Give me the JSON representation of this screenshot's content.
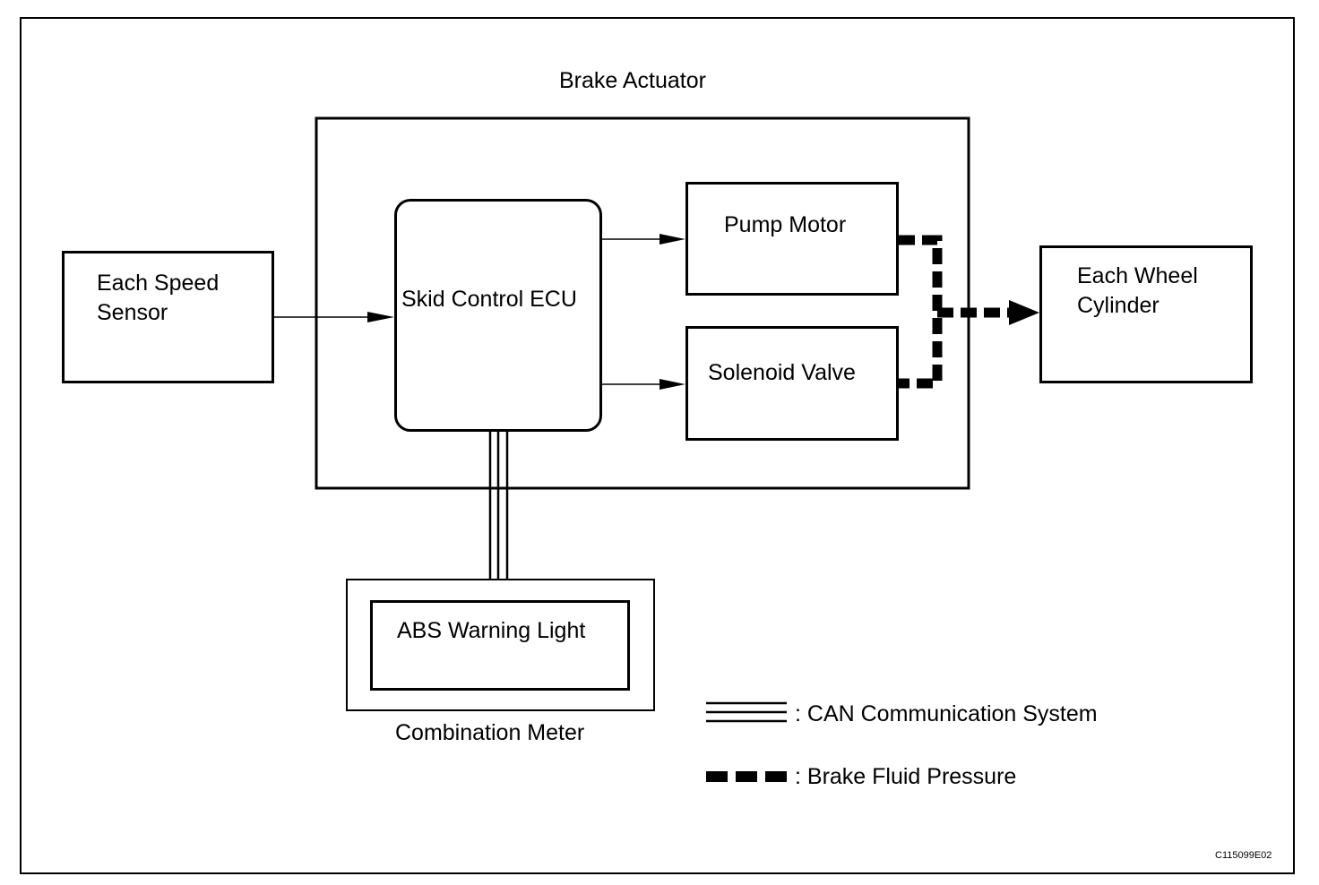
{
  "diagram": {
    "brake_actuator_label": "Brake Actuator",
    "speed_sensor_label_line1": "Each Speed",
    "speed_sensor_label_line2": "Sensor",
    "ecu_label": "Skid Control ECU",
    "pump_motor_label": "Pump Motor",
    "solenoid_valve_label": "Solenoid Valve",
    "wheel_cylinder_label_line1": "Each Wheel",
    "wheel_cylinder_label_line2": "Cylinder",
    "abs_warning_light_label": "ABS Warning Light",
    "combination_meter_label": "Combination Meter",
    "figure_code": "C115099E02"
  },
  "legend": {
    "can_label": ": CAN Communication System",
    "brake_fluid_label": ": Brake Fluid Pressure"
  }
}
